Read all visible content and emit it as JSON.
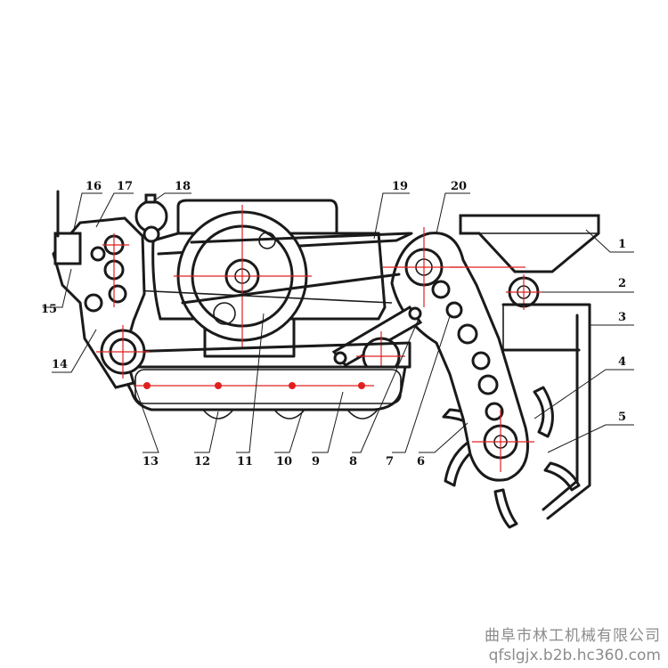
{
  "diagram": {
    "labels": [
      "1",
      "2",
      "3",
      "4",
      "5",
      "6",
      "7",
      "8",
      "9",
      "10",
      "11",
      "12",
      "13",
      "14",
      "15",
      "16",
      "17",
      "18",
      "19",
      "20"
    ]
  },
  "watermark": {
    "company": "曲阜市林工机械有限公司",
    "url": "qfslgjx.b2b.hc360.com"
  }
}
